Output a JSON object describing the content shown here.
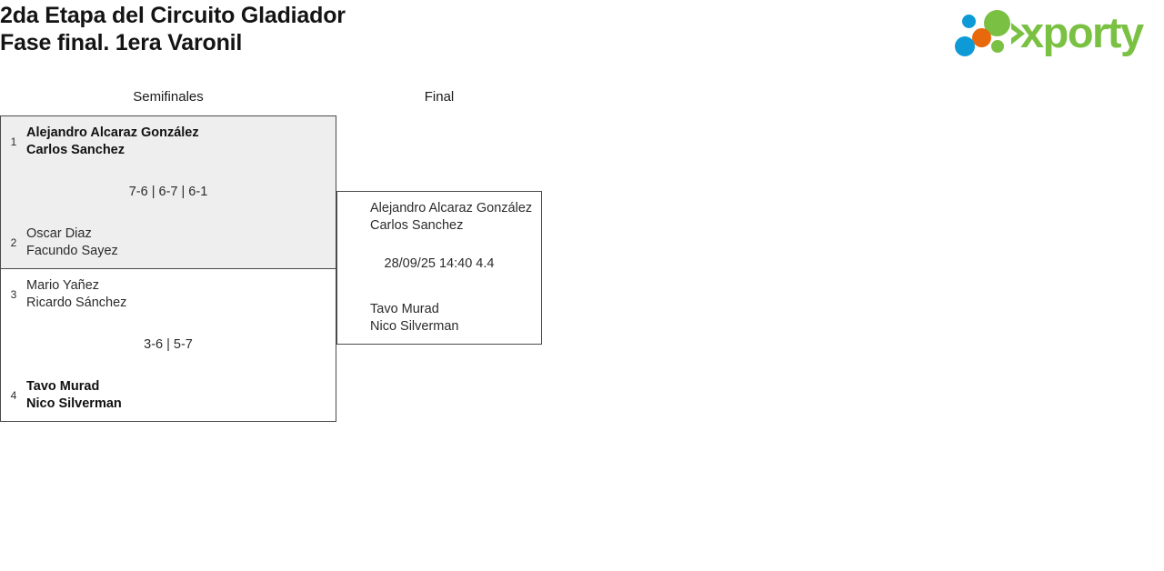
{
  "header": {
    "title": "2da Etapa del Circuito Gladiador\nFase final. 1era Varonil",
    "title_line1": "2da Etapa del Circuito Gladiador",
    "title_line2": "Fase final. 1era Varonil"
  },
  "logo": {
    "wordmark": "xporty",
    "colors": {
      "green": "#7ac143",
      "blue": "#0e9ad6",
      "orange": "#e8690b"
    }
  },
  "bracket": {
    "rounds": [
      {
        "label": "Semifinales"
      },
      {
        "label": "Final"
      }
    ],
    "matches": [
      {
        "round": 0,
        "highlighted": true,
        "top": {
          "seed": "1",
          "names": "Alejandro Alcaraz González\nCarlos Sanchez",
          "winner": true
        },
        "bottom": {
          "seed": "2",
          "names": "Oscar Diaz\nFacundo Sayez",
          "winner": false
        },
        "score": "7-6 | 6-7 | 6-1"
      },
      {
        "round": 0,
        "highlighted": false,
        "top": {
          "seed": "3",
          "names": "Mario Yañez\nRicardo Sánchez",
          "winner": false
        },
        "bottom": {
          "seed": "4",
          "names": "Tavo Murad\nNico Silverman",
          "winner": true
        },
        "score": "3-6 | 5-7"
      },
      {
        "round": 1,
        "highlighted": false,
        "top": {
          "seed": "",
          "names": "Alejandro Alcaraz González\nCarlos Sanchez",
          "winner": false
        },
        "bottom": {
          "seed": "",
          "names": "Tavo Murad\nNico Silverman",
          "winner": false
        },
        "score": "28/09/25 14:40 4.4"
      }
    ]
  }
}
